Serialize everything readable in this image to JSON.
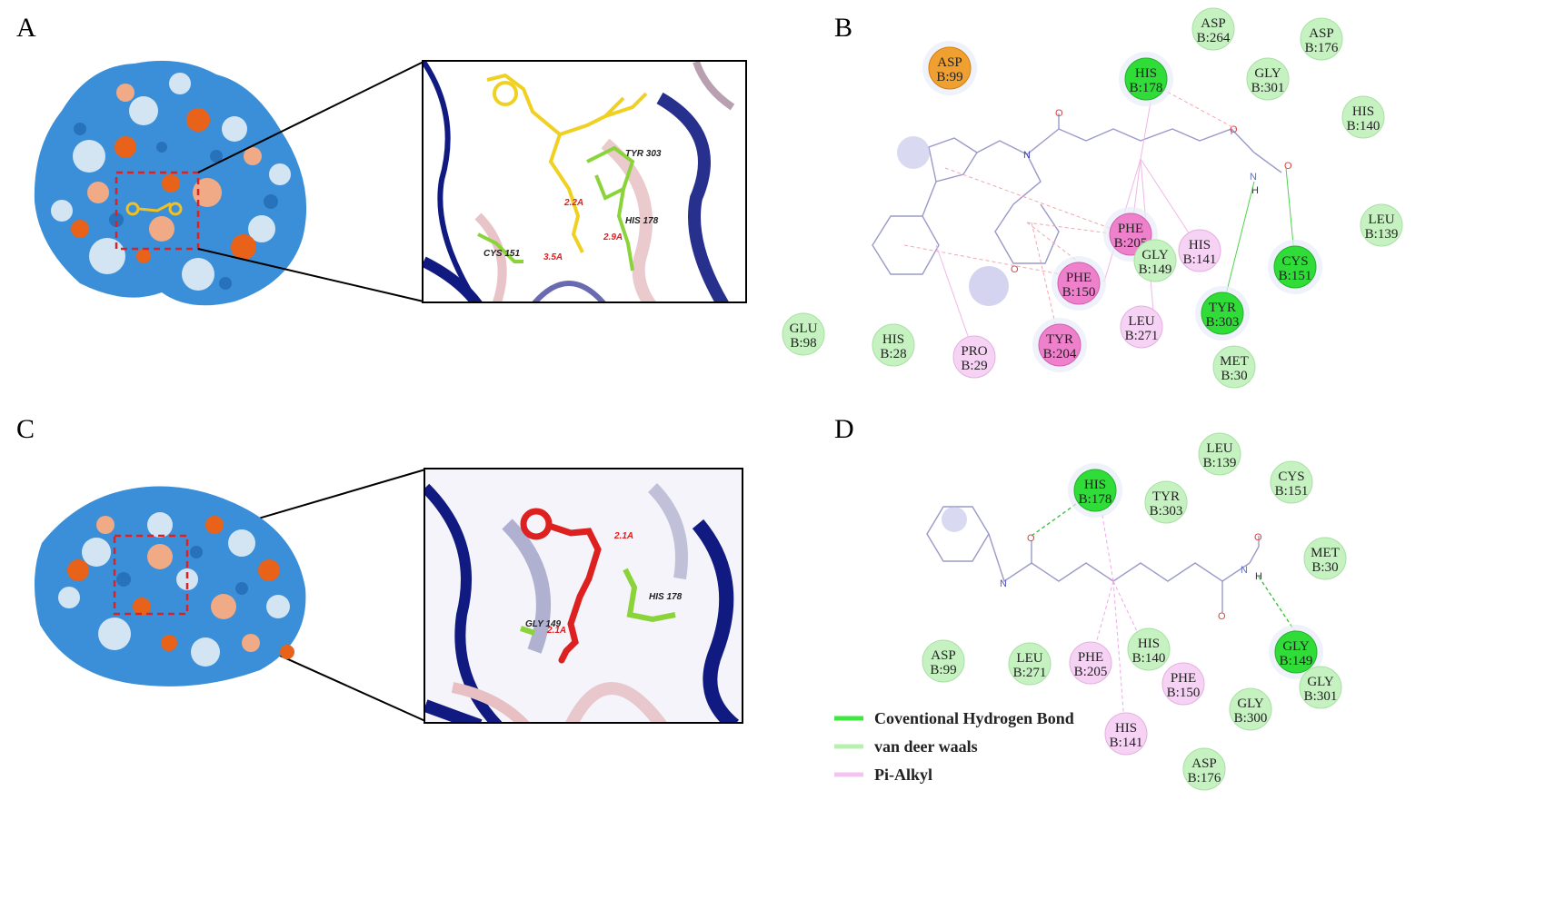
{
  "panels": {
    "A": {
      "letter": "A",
      "labels": {
        "tyr": "TYR 303",
        "his": "HIS 178",
        "cys": "CYS 151",
        "d1": "3.5A",
        "d2": "2.2A",
        "d3": "2.9A"
      }
    },
    "B": {
      "letter": "B"
    },
    "C": {
      "letter": "C",
      "labels": {
        "gly": "GLY 149",
        "his": "HIS 178",
        "d1": "2.1A",
        "d2": "2.1A"
      }
    },
    "D": {
      "letter": "D"
    }
  },
  "panel_b_residues": [
    {
      "id": "asp99",
      "l1": "ASP",
      "l2": "B:99",
      "kind": "orange"
    },
    {
      "id": "asp264",
      "l1": "ASP",
      "l2": "B:264",
      "kind": "vdw"
    },
    {
      "id": "asp176",
      "l1": "ASP",
      "l2": "B:176",
      "kind": "vdw"
    },
    {
      "id": "his178",
      "l1": "HIS",
      "l2": "B:178",
      "kind": "hbond"
    },
    {
      "id": "gly301",
      "l1": "GLY",
      "l2": "B:301",
      "kind": "vdw"
    },
    {
      "id": "his140",
      "l1": "HIS",
      "l2": "B:140",
      "kind": "vdw"
    },
    {
      "id": "leu139",
      "l1": "LEU",
      "l2": "B:139",
      "kind": "vdw"
    },
    {
      "id": "phe205",
      "l1": "PHE",
      "l2": "B:205",
      "kind": "pipi"
    },
    {
      "id": "gly149",
      "l1": "GLY",
      "l2": "B:149",
      "kind": "vdw"
    },
    {
      "id": "his141",
      "l1": "HIS",
      "l2": "B:141",
      "kind": "pialkyl"
    },
    {
      "id": "cys151",
      "l1": "CYS",
      "l2": "B:151",
      "kind": "hbond"
    },
    {
      "id": "phe150",
      "l1": "PHE",
      "l2": "B:150",
      "kind": "pipi"
    },
    {
      "id": "tyr303",
      "l1": "TYR",
      "l2": "B:303",
      "kind": "hbond"
    },
    {
      "id": "leu271",
      "l1": "LEU",
      "l2": "B:271",
      "kind": "pialkyl"
    },
    {
      "id": "glu98",
      "l1": "GLU",
      "l2": "B:98",
      "kind": "vdw"
    },
    {
      "id": "his28",
      "l1": "HIS",
      "l2": "B:28",
      "kind": "vdw"
    },
    {
      "id": "pro29",
      "l1": "PRO",
      "l2": "B:29",
      "kind": "pialkyl"
    },
    {
      "id": "tyr204",
      "l1": "TYR",
      "l2": "B:204",
      "kind": "pipi"
    },
    {
      "id": "met30",
      "l1": "MET",
      "l2": "B:30",
      "kind": "vdw"
    }
  ],
  "panel_d_residues": [
    {
      "id": "leu139",
      "l1": "LEU",
      "l2": "B:139",
      "kind": "vdw"
    },
    {
      "id": "his178",
      "l1": "HIS",
      "l2": "B:178",
      "kind": "hbond"
    },
    {
      "id": "tyr303",
      "l1": "TYR",
      "l2": "B:303",
      "kind": "vdw"
    },
    {
      "id": "cys151",
      "l1": "CYS",
      "l2": "B:151",
      "kind": "vdw"
    },
    {
      "id": "met30",
      "l1": "MET",
      "l2": "B:30",
      "kind": "vdw"
    },
    {
      "id": "asp99",
      "l1": "ASP",
      "l2": "B:99",
      "kind": "vdw"
    },
    {
      "id": "leu271",
      "l1": "LEU",
      "l2": "B:271",
      "kind": "vdw"
    },
    {
      "id": "phe205",
      "l1": "PHE",
      "l2": "B:205",
      "kind": "pialkyl"
    },
    {
      "id": "his140",
      "l1": "HIS",
      "l2": "B:140",
      "kind": "vdw"
    },
    {
      "id": "phe150",
      "l1": "PHE",
      "l2": "B:150",
      "kind": "pialkyl"
    },
    {
      "id": "gly149",
      "l1": "GLY",
      "l2": "B:149",
      "kind": "hbond"
    },
    {
      "id": "gly301",
      "l1": "GLY",
      "l2": "B:301",
      "kind": "vdw"
    },
    {
      "id": "gly300",
      "l1": "GLY",
      "l2": "B:300",
      "kind": "vdw"
    },
    {
      "id": "his141",
      "l1": "HIS",
      "l2": "B:141",
      "kind": "pialkyl"
    },
    {
      "id": "asp176",
      "l1": "ASP",
      "l2": "B:176",
      "kind": "vdw"
    }
  ],
  "legend": [
    {
      "label": "Coventional Hydrogen Bond",
      "color": "#3ee83e"
    },
    {
      "label": "van deer waals",
      "color": "#b8f0b0"
    },
    {
      "label": "Pi-Alkyl",
      "color": "#f4c4f0"
    }
  ],
  "colors": {
    "hbond": "#2fdc38",
    "vdw": "#c6f2c2",
    "pipi": "#ee80cc",
    "pialkyl": "#f6d2f4",
    "orange": "#f0a030",
    "protein_blue": "#3a8fd8",
    "protein_orange": "#e8621a",
    "ribbon_navy": "#101a80"
  }
}
